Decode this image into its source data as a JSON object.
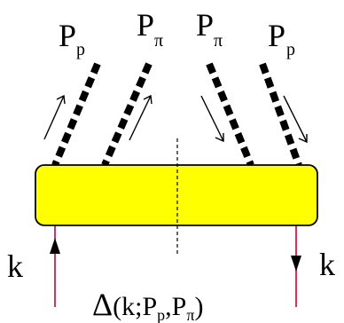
{
  "diagram": {
    "labels": {
      "p_left_main": "P",
      "p_left_sub": "p",
      "pi_left_main": "P",
      "pi_left_sub": "π",
      "pi_right_main": "P",
      "pi_right_sub": "π",
      "p_right_main": "P",
      "p_right_sub": "p",
      "k_left": "k",
      "k_right": "k",
      "amp_symbol": "Δ",
      "amp_open": "(k;P",
      "amp_sub1": "p",
      "amp_mid": ",P",
      "amp_sub2": "π",
      "amp_close": ")"
    },
    "colors": {
      "blob_fill": "#ffff00",
      "fermion_line": "#cc0033",
      "outline": "#000000"
    }
  }
}
